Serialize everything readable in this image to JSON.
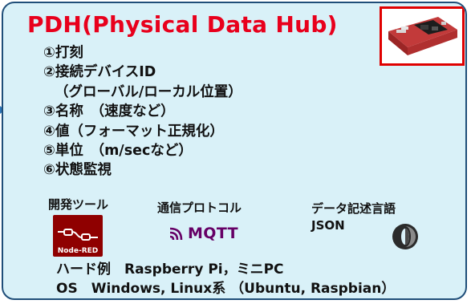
{
  "title": "PDH(Physical Data Hub)",
  "items": [
    "①打刻",
    "②接続デバイスID",
    "（グローバル/ローカル位置）",
    "③名称　（速度など）",
    "④値（フォーマット正規化）",
    "⑤単位　（m/secなど）",
    "⑥状態監視"
  ],
  "dev_tools": {
    "label": "開発ツール",
    "logo_text": "Node-RED"
  },
  "protocol": {
    "label": "通信プロトコル",
    "logo_text": "MQTT"
  },
  "data_format": {
    "label": "データ記述言語",
    "value": "JSON"
  },
  "footer": {
    "hardware": "ハード例　Raspberry Pi，ミニPC",
    "os": "OS　Windows, Linux系 （Ubuntu, Raspbian）"
  },
  "colors": {
    "title": "#e8001c",
    "panel_bg": "#d9f1f8",
    "panel_border": "#1f4e79",
    "photo_border": "#e00000",
    "node_red": "#8f0000",
    "mqtt": "#660066"
  },
  "icons": [
    "device-photo",
    "node-red-logo-icon",
    "mqtt-logo-icon",
    "json-logo-icon"
  ]
}
